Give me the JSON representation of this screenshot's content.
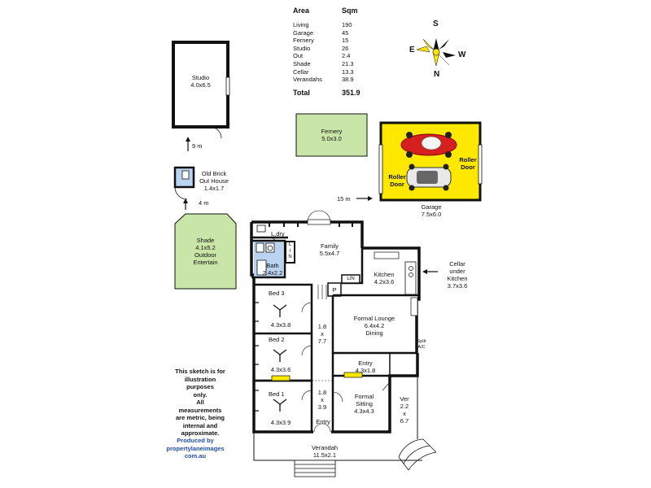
{
  "area_table": {
    "header_area": "Area",
    "header_sqm": "Sqm",
    "rows": [
      {
        "name": "Living",
        "sqm": "190"
      },
      {
        "name": "Garage",
        "sqm": "45"
      },
      {
        "name": "Fernery",
        "sqm": "15"
      },
      {
        "name": "Studio",
        "sqm": "26"
      },
      {
        "name": "Out",
        "sqm": "2.4"
      },
      {
        "name": "Shade",
        "sqm": "21.3"
      },
      {
        "name": "Cellar",
        "sqm": "13.3"
      },
      {
        "name": "Verandahs",
        "sqm": "38.9"
      }
    ],
    "total_label": "Total",
    "total_value": "351.9"
  },
  "compass": {
    "s": "S",
    "e": "E",
    "w": "W",
    "n": "N"
  },
  "rooms": {
    "studio": {
      "name": "Studio",
      "dims": "4.0x6.5"
    },
    "fernery": {
      "name": "Fernery",
      "dims": "5.0x3.0"
    },
    "garage": {
      "name": "Garage",
      "dims": "7.5x6.0",
      "roller_left_1": "Roller",
      "roller_left_2": "Door",
      "roller_right_1": "Roller",
      "roller_right_2": "Door"
    },
    "outhouse": {
      "line1": "Old Brick",
      "line2": "Out House",
      "dims": "1.4x1.7"
    },
    "shade": {
      "name": "Shade",
      "dims": "4.1x5.2",
      "line3": "Outdoor",
      "line4": "Entertain"
    },
    "laundry": {
      "name": "L,dry"
    },
    "family": {
      "name": "Family",
      "dims": "5.5x4.7"
    },
    "bath": {
      "name": "Bath",
      "dims": "2.4x2.2"
    },
    "lin1": {
      "l1": "L",
      "l2": "I",
      "l3": "N"
    },
    "lin2": {
      "name": "LIN"
    },
    "pantry": {
      "name": "P"
    },
    "kitchen": {
      "name": "Kitchen",
      "dims": "4.2x3.6"
    },
    "cellar": {
      "line1": "Cellar",
      "line2": "under",
      "line3": "Kitchen",
      "dims": "3.7x3.6"
    },
    "bed3": {
      "name": "Bed 3",
      "dims": "4.3x3.8"
    },
    "bed2": {
      "name": "Bed 2",
      "dims": "4.3x3.6"
    },
    "bed1": {
      "name": "Bed 1",
      "dims": "4.3x3.9"
    },
    "hall1": {
      "l1": "1.8",
      "l2": "x",
      "l3": "7.7"
    },
    "hall2": {
      "l1": "1.8",
      "l2": "x",
      "l3": "3.9"
    },
    "formal_lounge": {
      "name": "Formal Lounge",
      "dims": "6.4x4.2",
      "sub": "Dining"
    },
    "split_ac": {
      "l1": "Split",
      "l2": "A/C"
    },
    "entry_inner": {
      "name": "Entry",
      "dims": "4.3x1.8"
    },
    "formal_sitting": {
      "name": "Formal",
      "sub": "Sitting",
      "dims": "4.3x4.3"
    },
    "ver_side": {
      "l1": "Ver",
      "l2": "2.2",
      "l3": "x",
      "l4": "6.7"
    },
    "entry_front": {
      "name": "Entry"
    },
    "verandah": {
      "name": "Verandah",
      "dims": "11.5x2.1"
    }
  },
  "distances": {
    "d9": "9 m",
    "d4": "4 m",
    "d15": "15 m"
  },
  "note": [
    "This sketch is for",
    "illustration purposes",
    "only.",
    "All measurements",
    "are metric, being",
    "internal and",
    "approximate."
  ],
  "produced": [
    "Produced by",
    "propertylaneimages",
    "com.au"
  ],
  "colors": {
    "garage_fill": "#ffe800",
    "green_fill": "#c9e6a8",
    "bath_fill": "#b9d3f0",
    "wall": "#111111",
    "car_red": "#d61f1f",
    "car_white": "#e9e9e9",
    "brand_blue": "#1f4fa8"
  }
}
